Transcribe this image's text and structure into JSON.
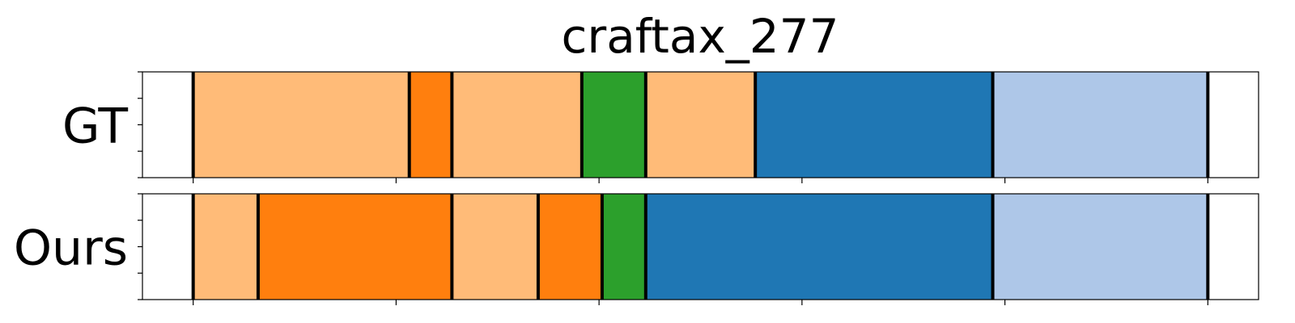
{
  "chart_data": {
    "type": "bar",
    "title": "craftax_277",
    "xlim": [
      0,
      110
    ],
    "rows": [
      {
        "label": "GT",
        "segments": [
          {
            "start": 5,
            "end": 26.3,
            "color": "#ffbb78"
          },
          {
            "start": 26.3,
            "end": 30.5,
            "color": "#ff7f0e"
          },
          {
            "start": 30.5,
            "end": 43.3,
            "color": "#ffbb78"
          },
          {
            "start": 43.3,
            "end": 49.6,
            "color": "#2ca02c"
          },
          {
            "start": 49.6,
            "end": 60.4,
            "color": "#ffbb78"
          },
          {
            "start": 60.4,
            "end": 83.8,
            "color": "#1f77b4"
          },
          {
            "start": 83.8,
            "end": 105,
            "color": "#aec7e8"
          }
        ]
      },
      {
        "label": "Ours",
        "segments": [
          {
            "start": 5,
            "end": 11.4,
            "color": "#ffbb78"
          },
          {
            "start": 11.4,
            "end": 30.5,
            "color": "#ff7f0e"
          },
          {
            "start": 30.5,
            "end": 39.0,
            "color": "#ffbb78"
          },
          {
            "start": 39.0,
            "end": 45.3,
            "color": "#ff7f0e"
          },
          {
            "start": 45.3,
            "end": 49.6,
            "color": "#2ca02c"
          },
          {
            "start": 49.6,
            "end": 83.8,
            "color": "#1f77b4"
          },
          {
            "start": 83.8,
            "end": 105,
            "color": "#aec7e8"
          }
        ]
      }
    ],
    "x_ticks": [
      5,
      25,
      45,
      65,
      85,
      105
    ],
    "y_ticks_per_row": 5,
    "grid": false
  }
}
